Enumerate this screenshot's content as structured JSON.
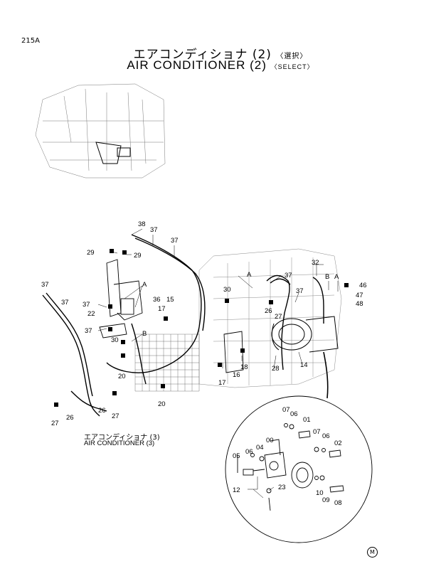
{
  "page_number": "215A",
  "title": {
    "jp_main": "エアコンディショナ (2)",
    "jp_select": "〈選択〉",
    "en_main": "AIR CONDITIONER (2)",
    "en_select": "〈SELECT〉"
  },
  "reference": {
    "jp": "エアコンディショナ (3)",
    "en": "AIR CONDITIONER (3)"
  },
  "mark": "M",
  "callouts": [
    {
      "id": "c38",
      "text": "38"
    },
    {
      "id": "c37a",
      "text": "37"
    },
    {
      "id": "c37b",
      "text": "37"
    },
    {
      "id": "c29a",
      "text": "29"
    },
    {
      "id": "c29b",
      "text": "29"
    },
    {
      "id": "c37c",
      "text": "37"
    },
    {
      "id": "cA1",
      "text": "A"
    },
    {
      "id": "c36",
      "text": "36"
    },
    {
      "id": "c15",
      "text": "15"
    },
    {
      "id": "c37d",
      "text": "37"
    },
    {
      "id": "c37e",
      "text": "37"
    },
    {
      "id": "c22",
      "text": "22"
    },
    {
      "id": "c17a",
      "text": "17"
    },
    {
      "id": "c37f",
      "text": "37"
    },
    {
      "id": "cB1",
      "text": "B"
    },
    {
      "id": "c30a",
      "text": "30"
    },
    {
      "id": "c20a",
      "text": "20"
    },
    {
      "id": "c20b",
      "text": "20"
    },
    {
      "id": "c27a",
      "text": "27"
    },
    {
      "id": "c26a",
      "text": "26"
    },
    {
      "id": "c26b",
      "text": "26"
    },
    {
      "id": "c27b",
      "text": "27"
    },
    {
      "id": "c30b",
      "text": "30"
    },
    {
      "id": "cA2",
      "text": "A"
    },
    {
      "id": "c37g",
      "text": "37"
    },
    {
      "id": "c26c",
      "text": "26"
    },
    {
      "id": "c27c",
      "text": "27"
    },
    {
      "id": "c37h",
      "text": "37"
    },
    {
      "id": "c32",
      "text": "32"
    },
    {
      "id": "cB2",
      "text": "B"
    },
    {
      "id": "cA3",
      "text": "A"
    },
    {
      "id": "c46",
      "text": "46"
    },
    {
      "id": "c47",
      "text": "47"
    },
    {
      "id": "c48",
      "text": "48"
    },
    {
      "id": "c18",
      "text": "18"
    },
    {
      "id": "c16",
      "text": "16"
    },
    {
      "id": "c17b",
      "text": "17"
    },
    {
      "id": "c28",
      "text": "28"
    },
    {
      "id": "c14",
      "text": "14"
    },
    {
      "id": "d07a",
      "text": "07"
    },
    {
      "id": "d06a",
      "text": "06"
    },
    {
      "id": "d01",
      "text": "01"
    },
    {
      "id": "d07b",
      "text": "07"
    },
    {
      "id": "d06b",
      "text": "06"
    },
    {
      "id": "d02",
      "text": "02"
    },
    {
      "id": "d00",
      "text": "00"
    },
    {
      "id": "d05",
      "text": "05"
    },
    {
      "id": "d06c",
      "text": "06"
    },
    {
      "id": "d04",
      "text": "04"
    },
    {
      "id": "d12",
      "text": "12"
    },
    {
      "id": "d23",
      "text": "23"
    },
    {
      "id": "d10",
      "text": "10"
    },
    {
      "id": "d09",
      "text": "09"
    },
    {
      "id": "d08",
      "text": "08"
    }
  ]
}
